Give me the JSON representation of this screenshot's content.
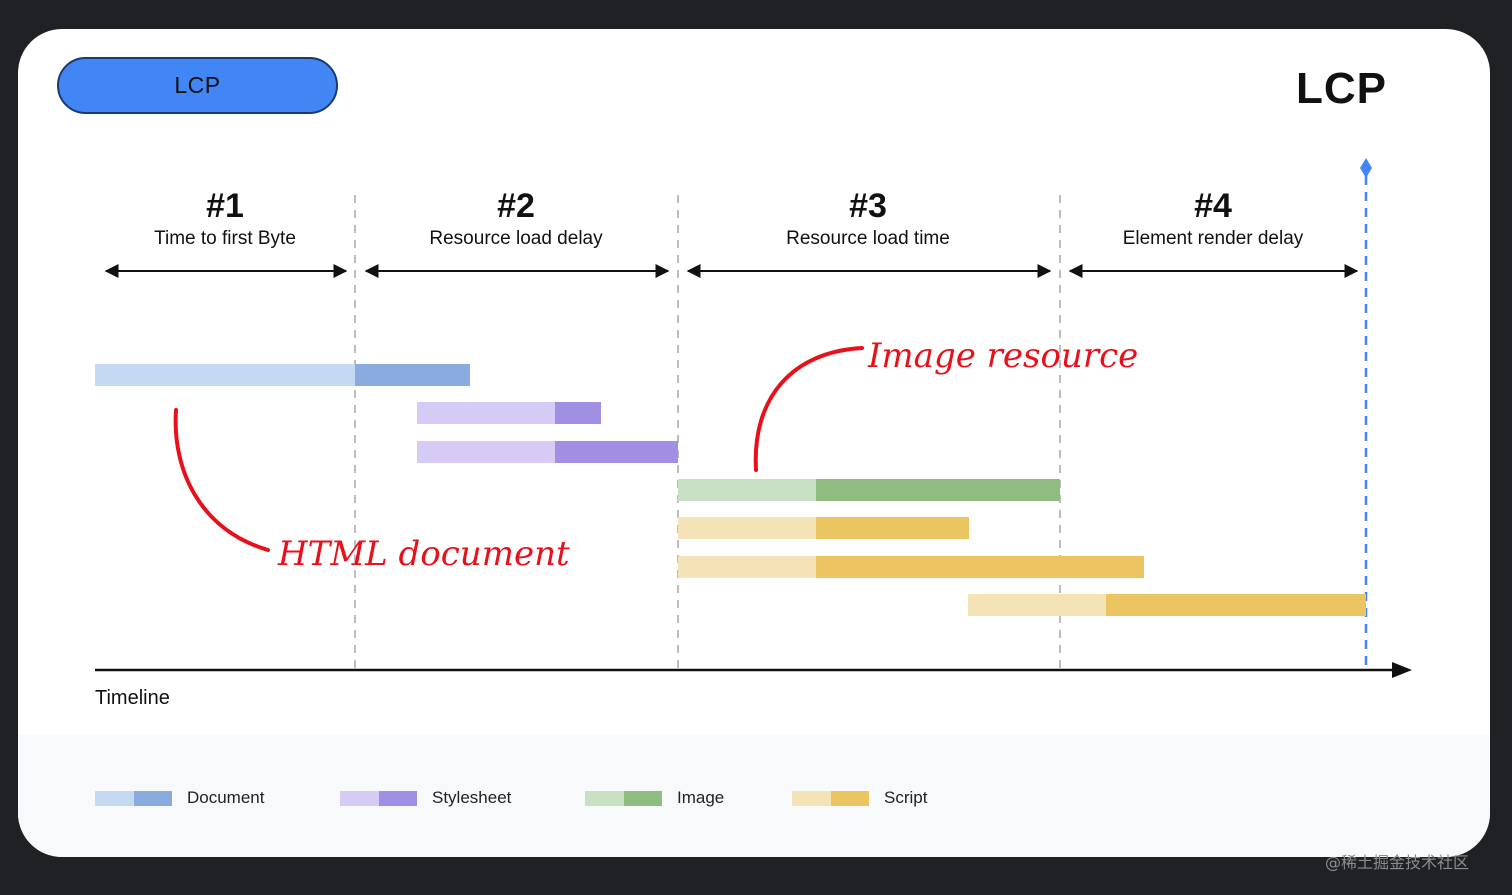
{
  "pill_label": "LCP",
  "lcp_marker_label": "LCP",
  "phases": [
    {
      "num": "#1",
      "label": "Time to first Byte"
    },
    {
      "num": "#2",
      "label": "Resource load delay"
    },
    {
      "num": "#3",
      "label": "Resource load time"
    },
    {
      "num": "#4",
      "label": "Element render delay"
    }
  ],
  "annotations": {
    "image_resource": "Image resource",
    "html_document": "HTML document"
  },
  "timeline_label": "Timeline",
  "legend": [
    {
      "label": "Document",
      "light": "#c6d9f3",
      "dark": "#8aabe0"
    },
    {
      "label": "Stylesheet",
      "light": "#d6cbf4",
      "dark": "#a08fe2"
    },
    {
      "label": "Image",
      "light": "#c8e1c4",
      "dark": "#8fbd7f"
    },
    {
      "label": "Script",
      "light": "#f4e3b6",
      "dark": "#eac562"
    }
  ],
  "colors": {
    "accent_blue": "#4285f4",
    "annotation_red": "#e8101a",
    "divider_gray": "#bdbdbd"
  },
  "watermark": "@稀土掘金技术社区"
}
